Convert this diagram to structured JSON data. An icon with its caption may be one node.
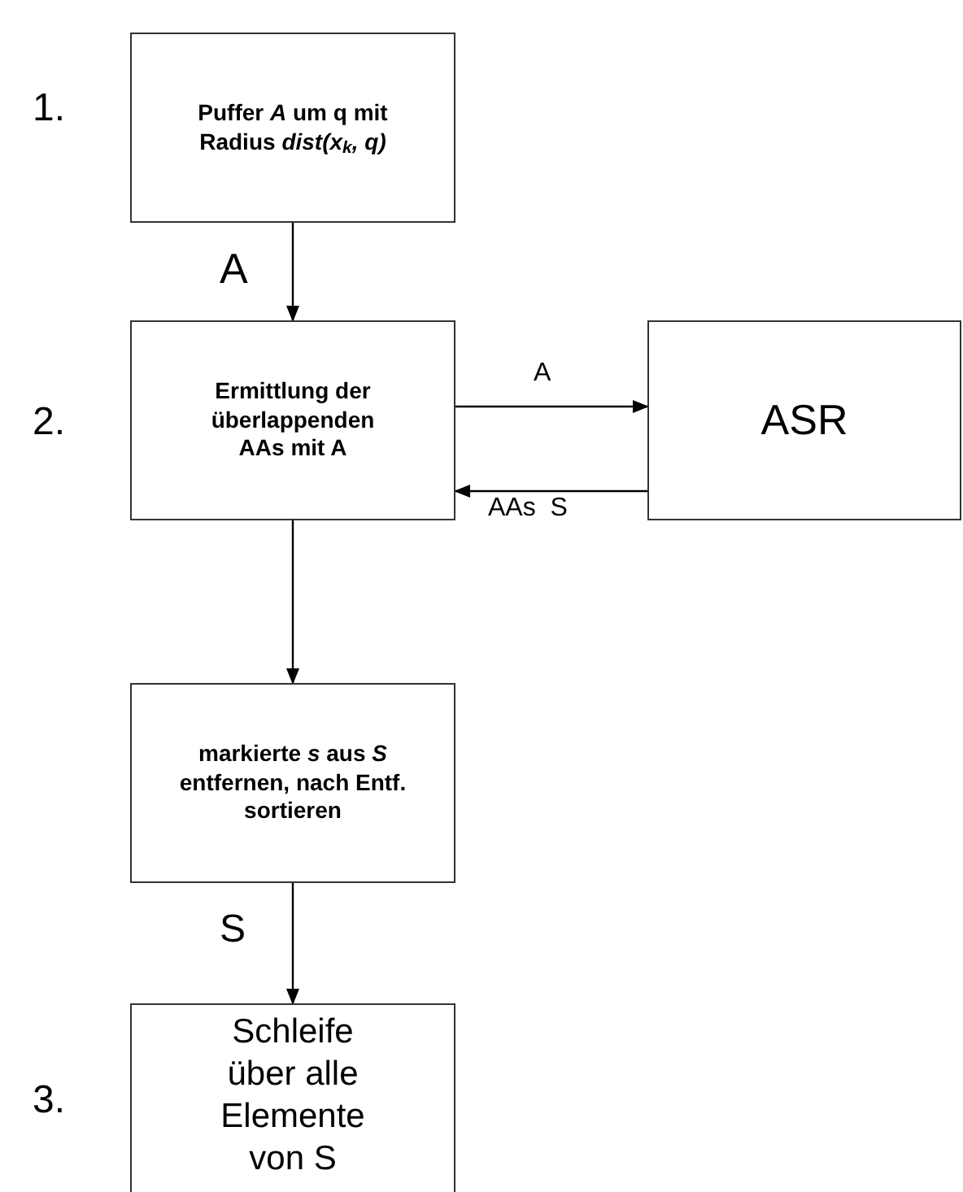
{
  "diagram": {
    "nodes": [
      {
        "text": [
          "Puffer *A* um q mit Radius *dist(x$_{k}$, q)*"
        ]
      },
      {
        "text": [
          "Ermittlung der überlappenden AAs mit A"
        ]
      },
      {
        "text": [
          "ASR"
        ]
      },
      {
        "text": [
          "markierte *s* aus *S* entfernen, nach Entf. sortieren"
        ]
      },
      {
        "text": [
          "Schleife über alle Elemente von S"
        ]
      }
    ],
    "edges": [
      {
        "from": 0,
        "to": 1,
        "arrow": "to",
        "label": "A"
      },
      {
        "from": 1,
        "to": 2,
        "arrow": "to",
        "label": "A"
      },
      {
        "from": 2,
        "to": 1,
        "arrow": "to",
        "label": "AAs  S"
      },
      {
        "from": 1,
        "to": 3,
        "arrow": "to"
      },
      {
        "from": 3,
        "to": 4,
        "arrow": "to",
        "label": "S"
      }
    ],
    "labels": [
      "1.",
      "2.",
      "3."
    ]
  }
}
